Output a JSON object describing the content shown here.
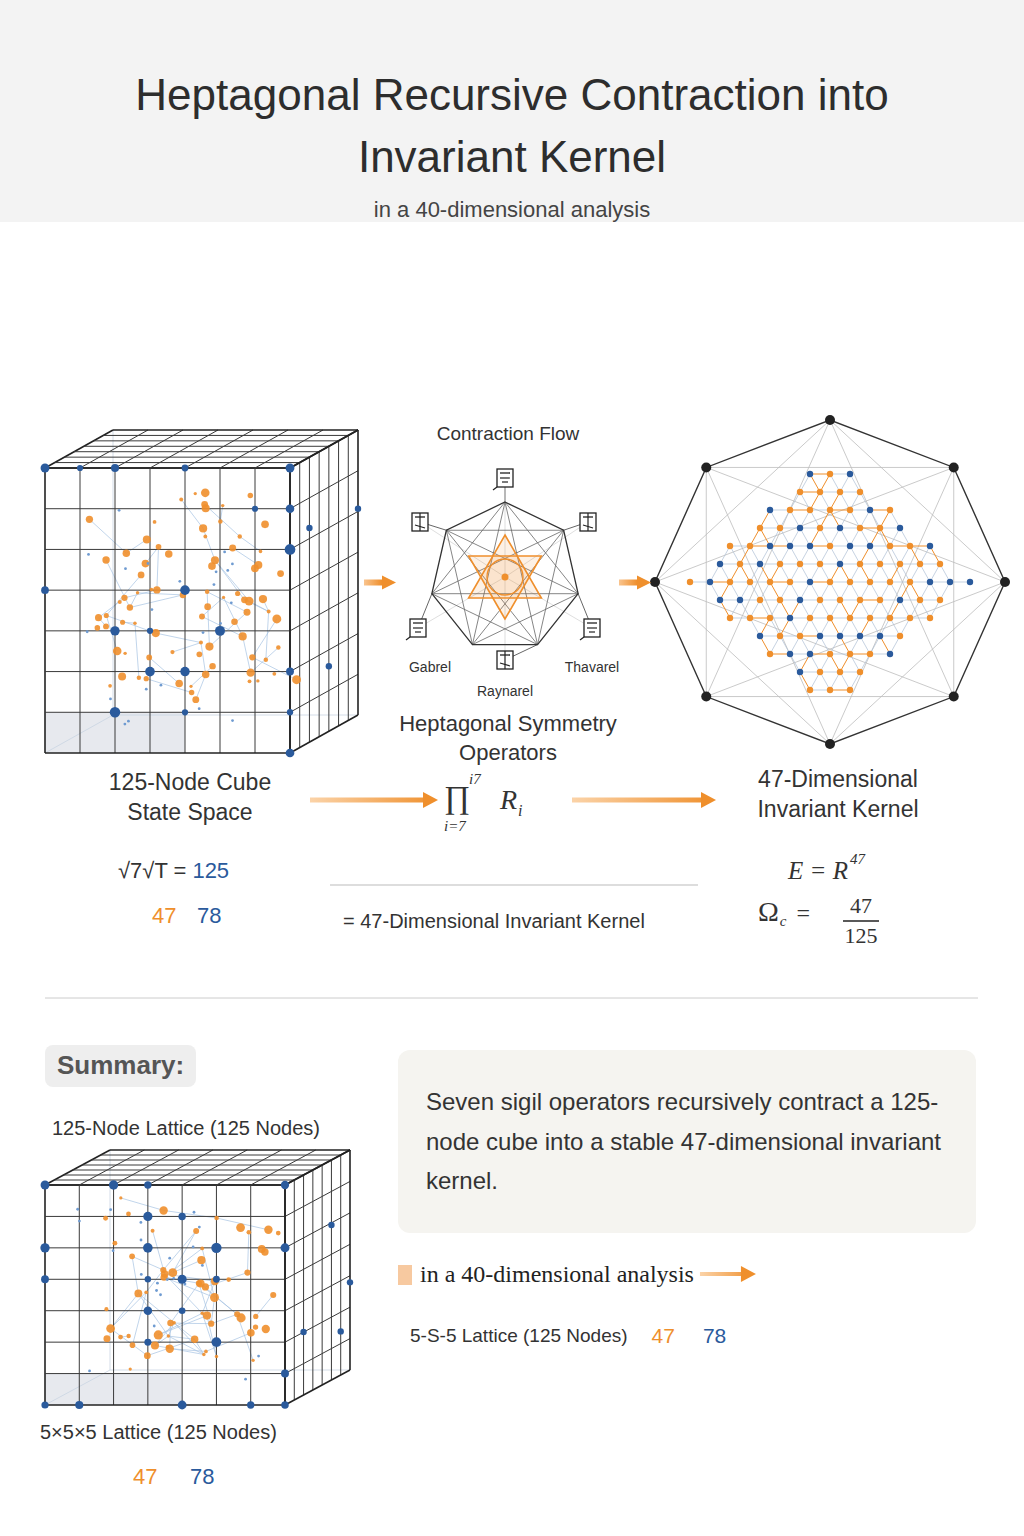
{
  "diagram": {
    "title": "Heptagonal Recursive Contraction into Invariant Kernel",
    "nodes": [
      {
        "text": [
          "125-Node Cube State Space"
        ]
      },
      {
        "text": [
          "Gabrel",
          "Thavarel",
          "Raynarel",
          "Heptagonal Symmetry Operators"
        ]
      },
      {
        "text": [
          "47-Dimensional Invariant Kernel"
        ]
      },
      {
        "text": [
          "Summary:"
        ]
      },
      {
        "text": [
          "Seven sigil operators recursively contract a 125-node cube into a stable 47-dimensional invariant kernel."
        ]
      }
    ],
    "edges": [
      {
        "from": 0,
        "to": 1,
        "arrow": "to"
      },
      {
        "from": 1,
        "to": 2,
        "arrow": "to"
      }
    ],
    "labels": [
      "in a 40-dimensional analysis",
      "Contraction Flow",
      "∏",
      "i7",
      "i=7",
      "R",
      "i",
      "√7√T =",
      "125",
      "47",
      "78",
      "= 47-Dimensional Invariant Kernel",
      "E = R",
      "47",
      "Ω",
      "c",
      "=",
      "47",
      "125",
      "125-Node Lattice (125 Nodes)",
      "5×5×5 Lattice (125 Nodes)",
      "47",
      "78",
      "in a 40-dimensional analysis",
      "5-S-5 Lattice (125 Nodes)",
      "47",
      "78"
    ]
  }
}
